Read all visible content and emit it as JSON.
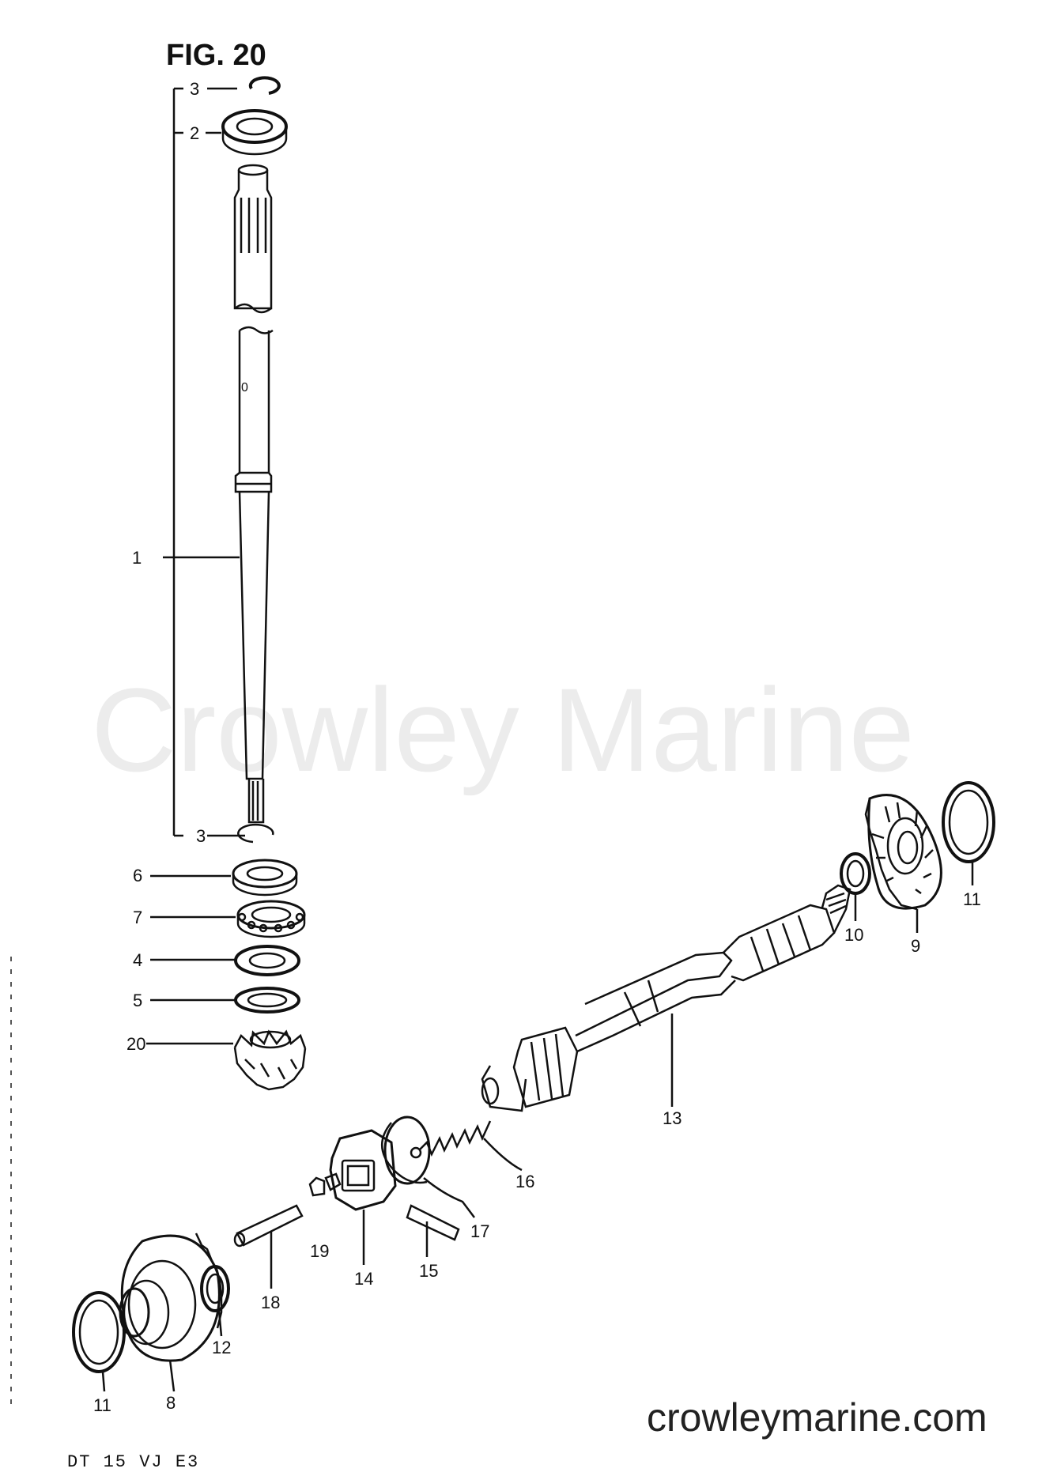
{
  "figure_title": "FIG. 20",
  "watermark": "Crowley Marine",
  "website": "crowleymarine.com",
  "model_code": "DT 15 VJ E3",
  "callouts": {
    "c1": "1",
    "c2": "2",
    "c3a": "3",
    "c3b": "3",
    "c4": "4",
    "c5": "5",
    "c6": "6",
    "c7": "7",
    "c8": "8",
    "c9": "9",
    "c10": "10",
    "c11a": "11",
    "c11b": "11",
    "c12": "12",
    "c13": "13",
    "c14": "14",
    "c15": "15",
    "c16": "16",
    "c17": "17",
    "c18": "18",
    "c19": "19",
    "c20": "20"
  }
}
